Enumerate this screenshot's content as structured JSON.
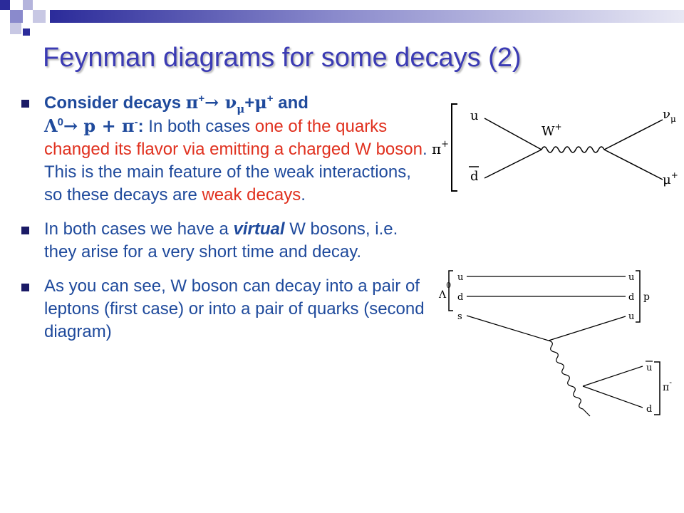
{
  "slide": {
    "title": "Feynman diagrams for some decays (2)",
    "accent_title_color": "#3b3bb4",
    "text_color": "#1f4a9c",
    "highlight_color": "#e0301e"
  },
  "bullets": [
    {
      "b1_lead": "Consider decays ",
      "b1_pi": "π",
      "b1_plus1": "+",
      "b1_arrow": "→ ",
      "b1_nu": "ν",
      "b1_mu_sub": "μ",
      "b1_plus_sign": "+",
      "b1_mu": "μ",
      "b1_plus2": "+",
      "b1_and": " and",
      "b1_lambda": "Λ",
      "b1_zero": "0",
      "b1_arrow2": "→ p + ",
      "b1_pi2": "π",
      "b1_minus": "-",
      "b1_colon": ":",
      "b1_text1": " In both cases ",
      "b1_red1": "one of the quarks changed its flavor via emitting a charged W boson",
      "b1_text2": ". This is the main feature of the weak interactions, so these decays are ",
      "b1_red2": "weak decays",
      "b1_text3": "."
    },
    {
      "b2_text1": "In both cases we have a ",
      "b2_virtual": "virtual",
      "b2_text2": " W bosons, i.e. they arise for a very short time and decay."
    },
    {
      "b3_text": "As you can see, W boson can decay into a pair of leptons (first case) or into a pair of quarks (second diagram)"
    }
  ],
  "diagram1": {
    "pi_label": "π",
    "pi_sup": "+",
    "u_label": "u",
    "dbar_label": "d",
    "w_label": "W",
    "w_sup": "+",
    "nu_label": "ν",
    "nu_sub": "μ",
    "mu_label": "μ",
    "mu_sup": "+"
  },
  "diagram2": {
    "lambda_label": "Λ",
    "lambda_sup": "0",
    "u_in": "u",
    "d_in": "d",
    "s_in": "s",
    "u_out": "u",
    "d_out": "d",
    "u_out2": "u",
    "p_label": "p",
    "ubar_label": "u",
    "d_label": "d",
    "pi_label": "π",
    "pi_sup": "-"
  }
}
